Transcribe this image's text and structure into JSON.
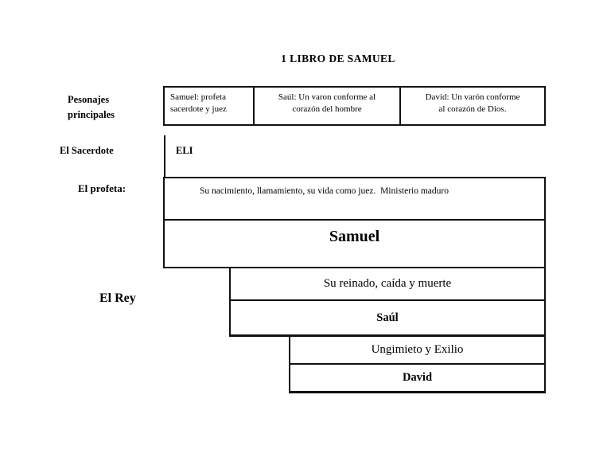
{
  "page": {
    "title": "1 LIBRO DE SAMUEL"
  },
  "row_labels": {
    "personajes_line1": "Pesonajes",
    "personajes_line2": "principales",
    "sacerdote": "El Sacerdote",
    "profeta": "El profeta:",
    "rey": "El Rey"
  },
  "personajes_row": {
    "samuel_cell": {
      "line1": "Samuel: profeta",
      "line2": "sacerdote y juez"
    },
    "saul_cell": {
      "line1": "Saúl: Un varon conforme al",
      "line2": "corazón del hombre"
    },
    "david_cell": {
      "line1": "David: Un varón conforme",
      "line2": "al corazón de Dios."
    }
  },
  "sacerdote_row": {
    "name": "ELI"
  },
  "profeta_row": {
    "description": "Su nacimiento, llamamiento, su vida como juez.  Ministerio maduro",
    "name": "Samuel"
  },
  "rey_row": {
    "saul": {
      "description": "Su reinado, caída y muerte",
      "name": "Saúl"
    },
    "david": {
      "description": "Ungimieto y Exilio",
      "name": "David"
    }
  },
  "colors": {
    "background": "#ffffff",
    "line": "#111111",
    "text": "#000000"
  }
}
